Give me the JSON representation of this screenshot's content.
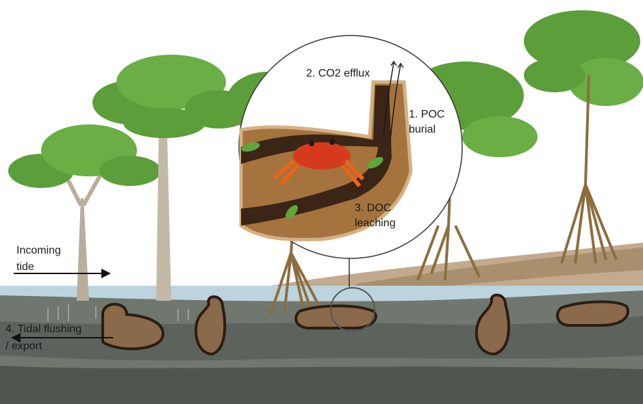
{
  "labels": {
    "co2_efflux": "2. CO2 efflux",
    "poc_burial_line1": "1. POC",
    "poc_burial_line2": "burial",
    "doc_leaching_line1": "3. DOC",
    "doc_leaching_line2": "leaching",
    "incoming_tide_line1": "Incoming",
    "incoming_tide_line2": "tide",
    "tidal_flushing_line1": "4. Tidal flushing",
    "tidal_flushing_line2": "/ export"
  },
  "colors": {
    "water": "#bcd4de",
    "mud_dark": "#4f5650",
    "mud_mid": "#6f776f",
    "sand": "#b79f83",
    "burrow_fill": "#8a6a4a",
    "burrow_edge": "#2b1d12",
    "tunnel_soil": "#a5733d",
    "crab": "#d63a1c",
    "leaf_green": "#5fa53a",
    "canopy_green": "#5b9e3a",
    "trunk": "#b9ad9b",
    "root": "#8d6d3f"
  }
}
